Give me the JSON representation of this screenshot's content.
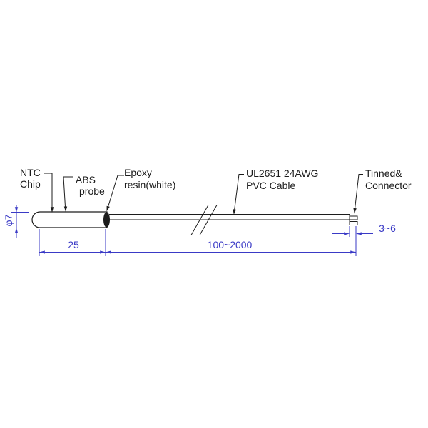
{
  "drawing": {
    "kind": "technical-diagram",
    "colors": {
      "ink": "#1c1c1c",
      "dimension": "#3a3ac6",
      "paper": "#ffffff"
    },
    "labels": {
      "ntc": {
        "line1": "NTC",
        "line2": "Chip"
      },
      "abs": {
        "line1": "ABS",
        "line2": "probe"
      },
      "epoxy": {
        "line1": "Epoxy",
        "line2": "resin(white)"
      },
      "cable": {
        "line1": "UL2651 24AWG",
        "line2": "PVC Cable"
      },
      "tinned": {
        "line1": "Tinned&",
        "line2": "Connector"
      }
    },
    "dimensions": {
      "probe_diameter": "φ7",
      "probe_length": "25",
      "cable_length": "100~2000",
      "tip_length": "3~6"
    }
  }
}
